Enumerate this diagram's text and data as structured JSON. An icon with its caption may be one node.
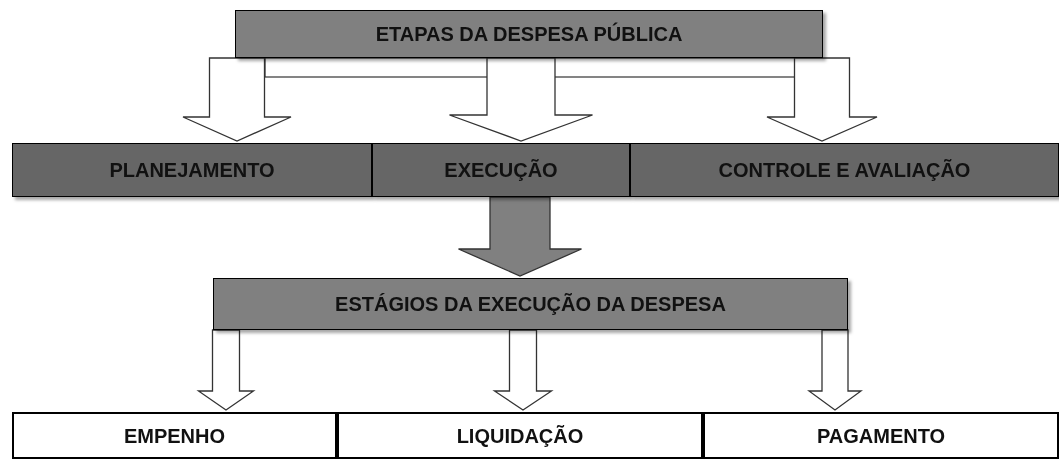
{
  "diagram": {
    "nodes": [
      {
        "text": [
          "ETAPAS DA DESPESA PÚBLICA"
        ]
      },
      {
        "text": [
          "PLANEJAMENTO"
        ]
      },
      {
        "text": [
          "EXECUÇÃO"
        ]
      },
      {
        "text": [
          "CONTROLE E AVALIAÇÃO"
        ]
      },
      {
        "text": [
          "ESTÁGIOS DA EXECUÇÃO DA DESPESA"
        ]
      },
      {
        "text": [
          "EMPENHO"
        ]
      },
      {
        "text": [
          "LIQUIDAÇÃO"
        ]
      },
      {
        "text": [
          "PAGAMENTO"
        ]
      }
    ],
    "edges": [
      {
        "from": 0,
        "to": 1,
        "arrow": "to"
      },
      {
        "from": 0,
        "to": 2,
        "arrow": "to"
      },
      {
        "from": 0,
        "to": 3,
        "arrow": "to"
      },
      {
        "from": 2,
        "to": 4,
        "arrow": "to",
        "color": "#808080"
      },
      {
        "from": 4,
        "to": 5,
        "arrow": "to"
      },
      {
        "from": 4,
        "to": 6,
        "arrow": "to"
      },
      {
        "from": 4,
        "to": 7,
        "arrow": "to"
      }
    ]
  }
}
